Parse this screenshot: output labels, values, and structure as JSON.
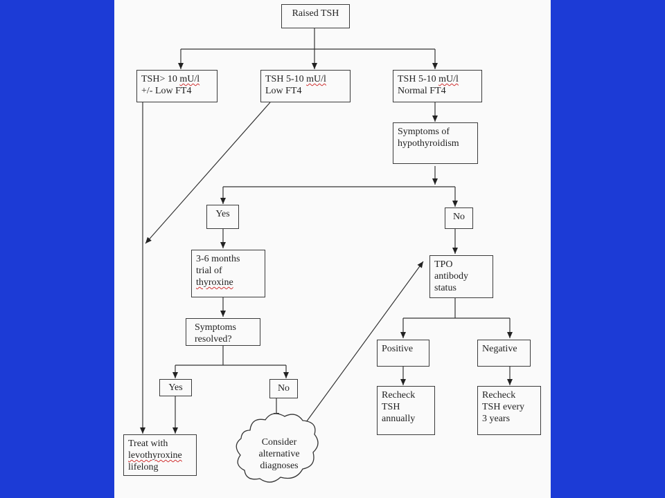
{
  "nodes": {
    "raised_tsh": "Raised TSH",
    "tsh_gt10": {
      "l1": "TSH> 10 ",
      "l1u": "mU/l",
      "l2": "+/- Low FT4"
    },
    "tsh_5_10_low": {
      "l1": "TSH 5-10 ",
      "l1u": "mU/l",
      "l2": "Low FT4"
    },
    "tsh_5_10_normal": {
      "l1": "TSH 5-10 ",
      "l1u": "mU/l",
      "l2": "Normal FT4"
    },
    "symptoms": {
      "l1": "Symptoms of",
      "l2": "hypothyroidism"
    },
    "yes1": "Yes",
    "no1": "No",
    "trial": {
      "l1": "3-6 months",
      "l2": "trial of",
      "l3": "thyroxine"
    },
    "resolved": {
      "l1": "Symptoms",
      "l2": "resolved?"
    },
    "yes2": "Yes",
    "no2": "No",
    "treat": {
      "l1": "Treat with",
      "l2": "levothyroxine",
      "l3": "lifelong"
    },
    "consider": {
      "l1": "Consider",
      "l2": "alternative",
      "l3": "diagnoses"
    },
    "tpo": {
      "l1": "TPO",
      "l2": "antibody",
      "l3": "status"
    },
    "positive": "Positive",
    "negative": "Negative",
    "recheck_annual": {
      "l1": "Recheck",
      "l2": "TSH",
      "l3": "annually"
    },
    "recheck_3y": {
      "l1": "Recheck",
      "l2": "TSH every",
      "l3": "3 years"
    }
  }
}
